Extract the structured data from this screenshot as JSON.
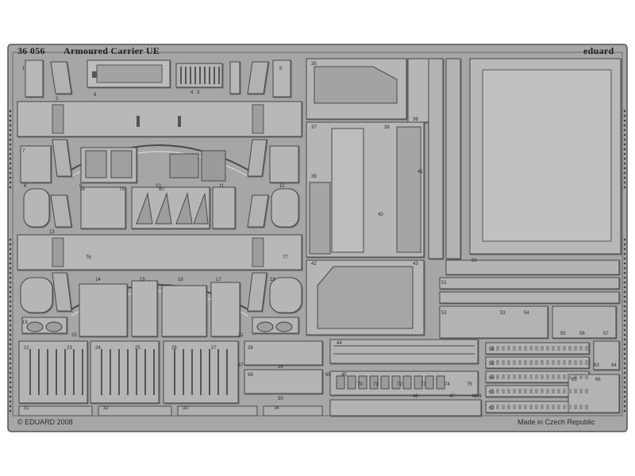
{
  "sheet": {
    "code": "36 056",
    "title": "Armoured Carrier UE",
    "brand": "eduard",
    "copyright": "© EDUARD 2008",
    "origin": "Made in Czech Republic"
  },
  "colors": {
    "background": "#ffffff",
    "fret": "#a7a7a7",
    "part": "#b5b5b5",
    "part_dark": "#8a8a8a",
    "outline": "#4a4a4a",
    "shadow": "#6c6c6c"
  },
  "part_numbers": [
    "1",
    "2",
    "3",
    "4",
    "5",
    "6",
    "7",
    "8",
    "9",
    "10",
    "11",
    "12",
    "13",
    "14",
    "15",
    "16",
    "17",
    "18",
    "19",
    "20",
    "21",
    "22",
    "23",
    "24",
    "25",
    "26",
    "27",
    "28",
    "29",
    "30",
    "31",
    "32",
    "33",
    "34",
    "35",
    "36",
    "37",
    "38",
    "39",
    "40",
    "41",
    "42",
    "43",
    "44",
    "45",
    "46",
    "47",
    "48",
    "49",
    "50",
    "51",
    "52",
    "53",
    "54",
    "55",
    "56",
    "57",
    "58",
    "59",
    "60",
    "61",
    "62",
    "63",
    "64",
    "65",
    "66",
    "67",
    "68",
    "69",
    "70",
    "71",
    "72",
    "73",
    "74",
    "75",
    "76",
    "77",
    "78",
    "79",
    "80"
  ]
}
